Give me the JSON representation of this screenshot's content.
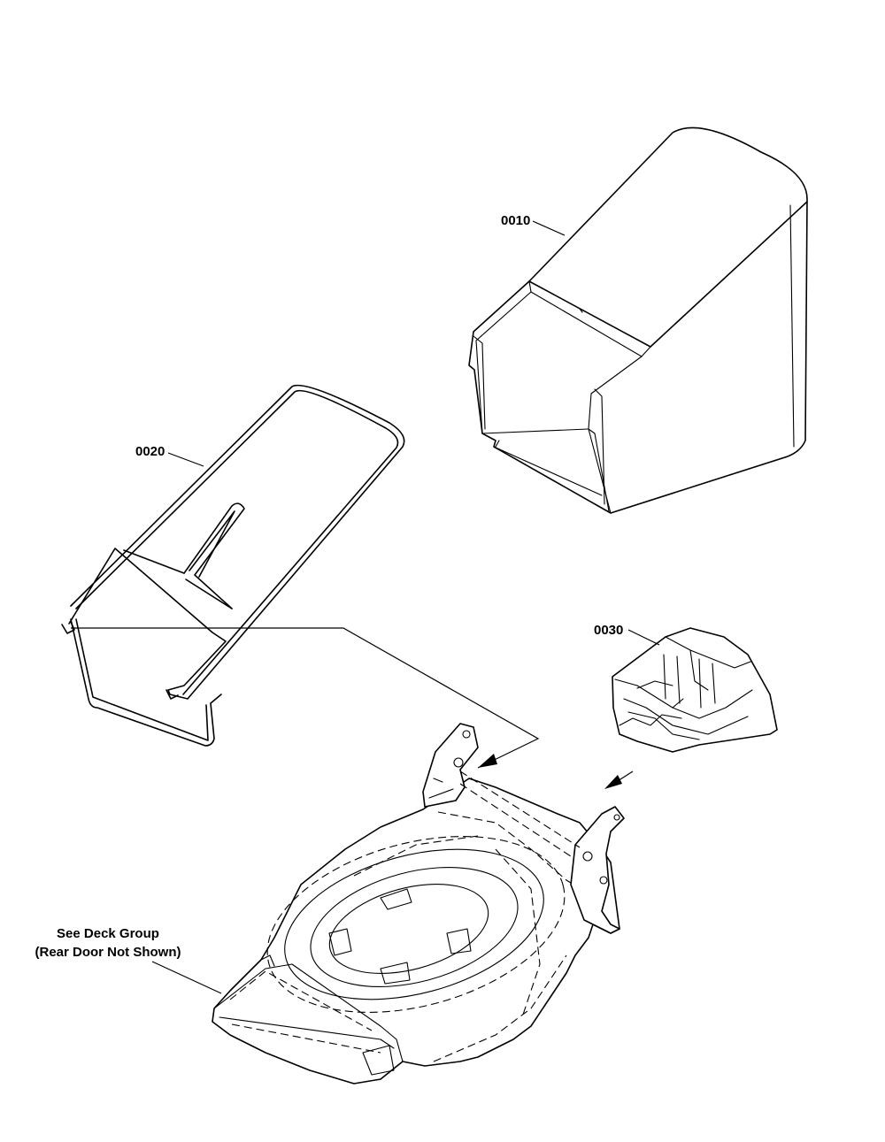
{
  "parts": [
    {
      "id": "grass-bag",
      "label": "0010"
    },
    {
      "id": "bag-frame",
      "label": "0020"
    },
    {
      "id": "mulch-plug",
      "label": "0030"
    }
  ],
  "note": {
    "line1": "See Deck Group",
    "line2": "(Rear Door Not Shown)"
  },
  "colors": {
    "line": "#000000",
    "background": "#ffffff"
  }
}
